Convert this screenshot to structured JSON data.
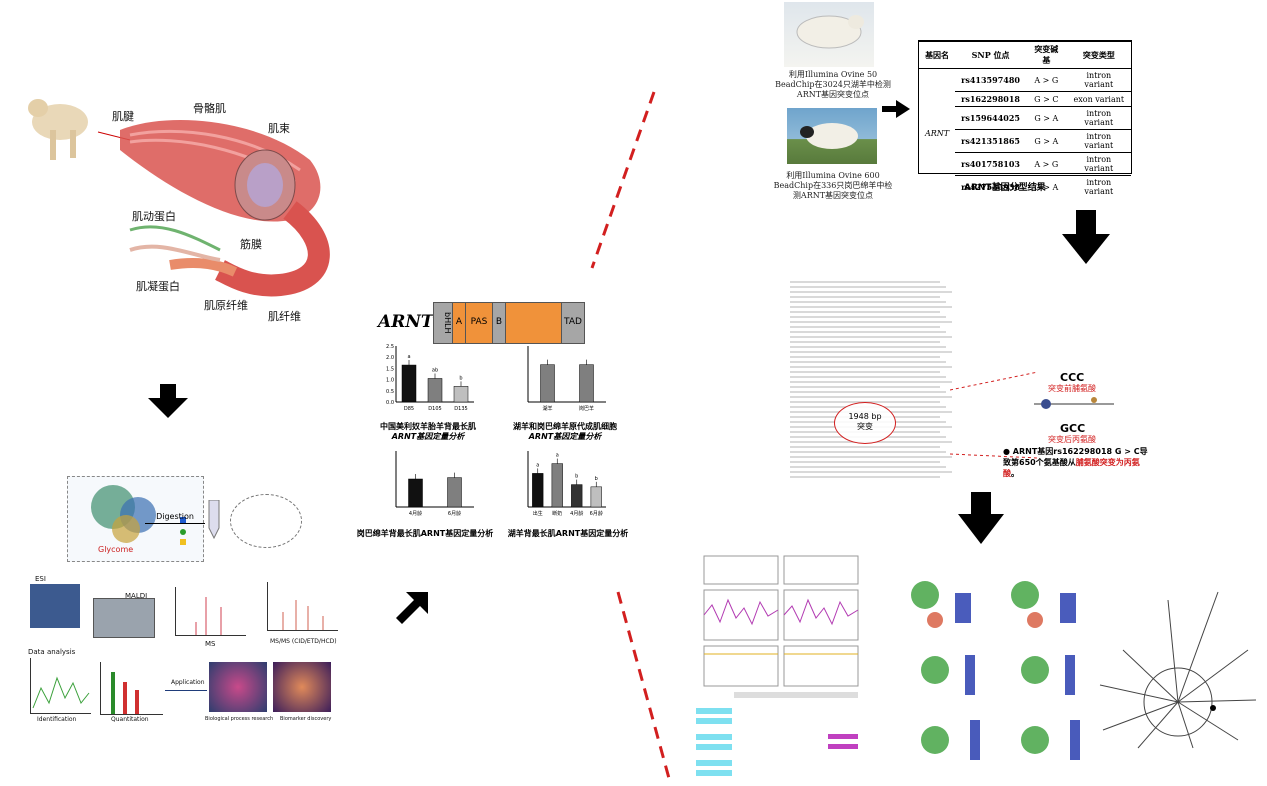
{
  "muscle": {
    "labels": {
      "tendon": "肌腱",
      "skeletal_muscle": "骨骼肌",
      "fascicle": "肌束",
      "actin": "肌动蛋白",
      "fascia": "筋膜",
      "myosin": "肌凝蛋白",
      "myofibril": "肌原纤维",
      "muscle_fiber": "肌纤维"
    }
  },
  "glyco": {
    "glycome": "Glycome",
    "digestion": "Digestion",
    "esi": "ESI",
    "maldi": "MALDI",
    "ms": "MS",
    "msms": "MS/MS (CID/ETD/HCD)",
    "data_analysis": "Data analysis",
    "application": "Application",
    "identification": "Identification",
    "quantitation": "Quantitation",
    "bio_research": "Biological process research",
    "biomarker": "Biomarker discovery"
  },
  "arnt": {
    "gene_name": "ARNT",
    "domains": [
      "bHLH",
      "A",
      "PAS",
      "B",
      "TAD"
    ],
    "charts": [
      {
        "caption1": "中国美利奴羊胎羊背最长肌",
        "caption2": "ARNT基因定量分析",
        "categories": [
          "D85",
          "D105",
          "D135"
        ],
        "values": [
          1.65,
          1.05,
          0.7
        ],
        "ylim": [
          0,
          2.5
        ],
        "yticks": [
          "0.0",
          "0.5",
          "1.0",
          "1.5",
          "2.0",
          "2.5"
        ],
        "bar_colors": [
          "#111111",
          "#7f7f7f",
          "#bfbfbf"
        ],
        "sig": [
          "a",
          "ab",
          "b"
        ]
      },
      {
        "caption1": "湖羊和岗巴绵羊原代成肌细胞",
        "caption2": "ARNT基因定量分析",
        "categories": [
          "湖羊",
          "岗巴羊"
        ],
        "values": [
          1.0,
          1.0
        ],
        "ylim": [
          0,
          1.5
        ],
        "bar_colors": [
          "#7f7f7f",
          "#7f7f7f"
        ],
        "sig": [
          "",
          ""
        ]
      },
      {
        "caption1": "岗巴绵羊背最长肌ARNT基因定量分析",
        "caption2": "",
        "categories": [
          "4月龄",
          "6月龄"
        ],
        "values": [
          1.0,
          1.05
        ],
        "ylim": [
          0,
          2.0
        ],
        "bar_colors": [
          "#111111",
          "#7f7f7f"
        ],
        "sig": [
          "",
          ""
        ]
      },
      {
        "caption1": "湖羊背最长肌ARNT基因定量分析",
        "caption2": "",
        "categories": [
          "出生",
          "断奶",
          "4月龄",
          "6月龄"
        ],
        "values": [
          1.2,
          1.55,
          0.8,
          0.72
        ],
        "ylim": [
          0,
          2.0
        ],
        "bar_colors": [
          "#111111",
          "#7f7f7f",
          "#333333",
          "#bfbfbf"
        ],
        "sig": [
          "a",
          "a",
          "b",
          "b"
        ]
      }
    ]
  },
  "snp": {
    "caption_a": "利用Illumina Ovine 50 BeadChip在3024只湖羊中检测ARNT基因突变位点",
    "caption_b": "利用Illumina Ovine 600 BeadChip在336只岗巴绵羊中检测ARNT基因突变位点",
    "headers": [
      "基因名",
      "SNP 位点",
      "突变碱基",
      "突变类型"
    ],
    "gene": "ARNT",
    "rows": [
      [
        "rs413597480",
        "A > G",
        "intron variant"
      ],
      [
        "rs162298018",
        "G > C",
        "exon variant"
      ],
      [
        "rs159644025",
        "G > A",
        "intron variant"
      ],
      [
        "rs421351865",
        "G > A",
        "intron variant"
      ],
      [
        "rs401758103",
        "A > G",
        "intron variant"
      ],
      [
        "rs427535938",
        "G > A",
        "intron variant"
      ]
    ],
    "table_title": "ARNT基因分型结果"
  },
  "mutation": {
    "bp": "1948 bp",
    "mut": "突变",
    "ccc": "CCC",
    "ccc_label": "突变前脯氨酸",
    "gcc": "GCC",
    "gcc_label": "突变后丙氨酸",
    "note_prefix": "ARNT基因rs162298018 G > C导致第650个氨基酸从",
    "note_highlight": "脯氨酸突变为丙氨酸",
    "note_suffix": "。"
  },
  "colors": {
    "accent_red": "#d21f1f",
    "orange": "#f0923a",
    "gray": "#a6a6a6"
  }
}
